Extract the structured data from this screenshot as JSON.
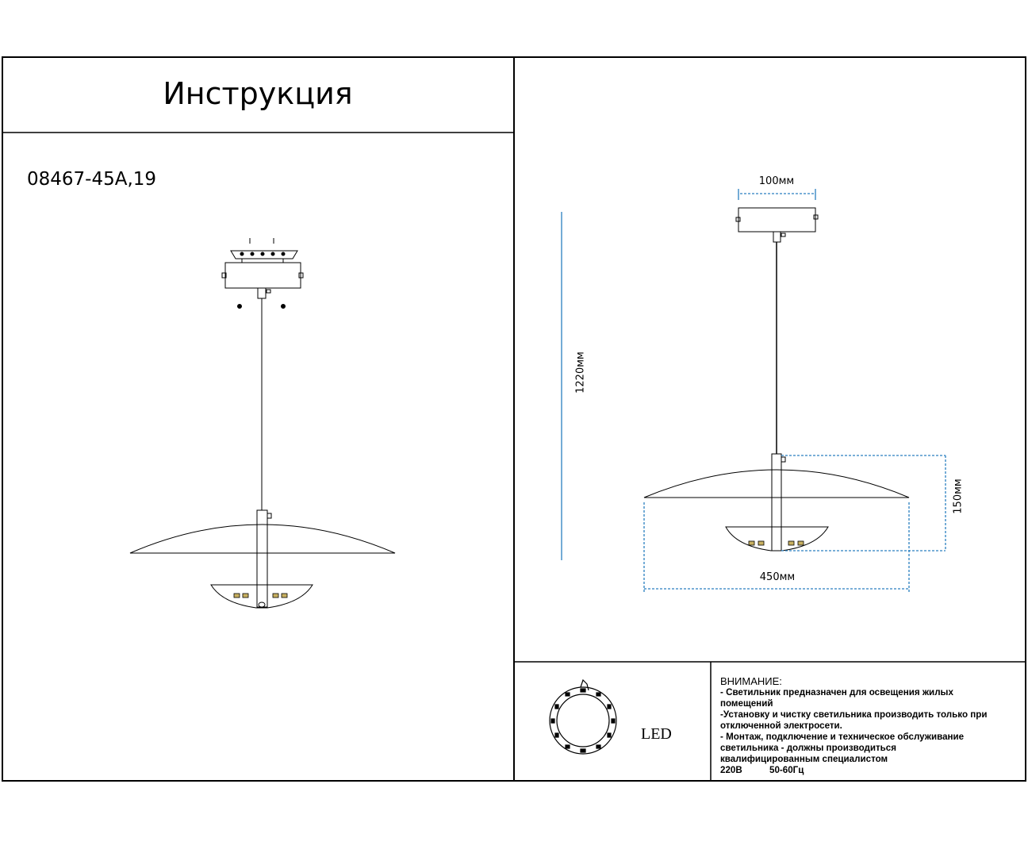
{
  "header": {
    "title": "Инструкция"
  },
  "model_number": "08467-45A,19",
  "dimensions": {
    "width_label": "100мм",
    "height_label": "1220мм",
    "shade_height_label": "150мм",
    "diameter_label": "450мм"
  },
  "legend": {
    "label": "LED",
    "icon": "led-ring-icon"
  },
  "warning": {
    "heading": "ВНИМАНИЕ:",
    "lines": [
      " - Светильник предназначен для освещения жилых",
      " помещений",
      " -Установку и чистку светильника производить только при",
      " отключенной электросети.",
      " - Монтаж, подключение и техническое обслуживание",
      " светильника - должны производиться",
      " квалифицированным специалистом"
    ],
    "voltage": "220В",
    "frequency": "50-60Гц"
  },
  "colors": {
    "line": "#000000",
    "dimension": "#2a7fc0",
    "led_chip": "#c8b060"
  }
}
